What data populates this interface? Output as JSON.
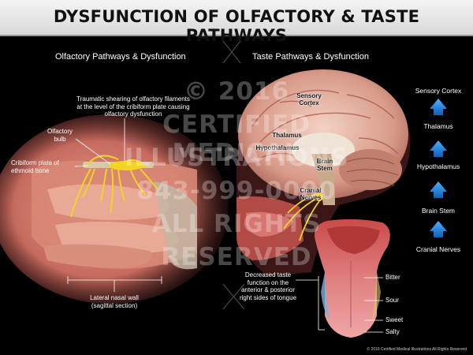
{
  "title": "DYSFUNCTION OF OLFACTORY & TASTE PATHWAYS",
  "sections": {
    "olfactory": "Olfactory Pathways & Dysfunction",
    "taste": "Taste Pathways & Dysfunction"
  },
  "olfactory_labels": {
    "shearing": "Traumatic shearing of olfactory filaments at the level of the cribiform plate causing olfactory dysfunction",
    "bulb": "Olfactory bulb",
    "cribiform": "Cribiform plate of ethmoid bone",
    "nasal_wall": "Lateral nasal wall (sagittal section)"
  },
  "brain_labels": {
    "sensory_cortex": "Sensory Cortex",
    "thalamus": "Thalamus",
    "hypothalamus": "Hypothalamus",
    "brain_stem": "Brain Stem",
    "cranial_nerves": "Cranial Nerves"
  },
  "tongue_labels": {
    "decreased": "Decreased taste function on the anterior & posterior right sides of tongue",
    "bitter": "Bitter",
    "sour": "Sour",
    "sweet": "Sweet",
    "salty": "Salty"
  },
  "pathway_chain": [
    "Sensory Cortex",
    "Thalamus",
    "Hypothalamus",
    "Brain Stem",
    "Cranial Nerves"
  ],
  "watermark": {
    "line1": "© 2016",
    "line2": "CERTIFIED MEDICAL",
    "line3": "ILLUSTRATIONS",
    "line4": "843-999-0000",
    "line5": "ALL RIGHTS",
    "line6": "RESERVED"
  },
  "copyright": "© 2016 Certified Medical Illustrations All Rights Reserved",
  "colors": {
    "arrow": "#1e88e5",
    "nerve": "#f2d422",
    "title_bg": "#e8e8e8"
  }
}
